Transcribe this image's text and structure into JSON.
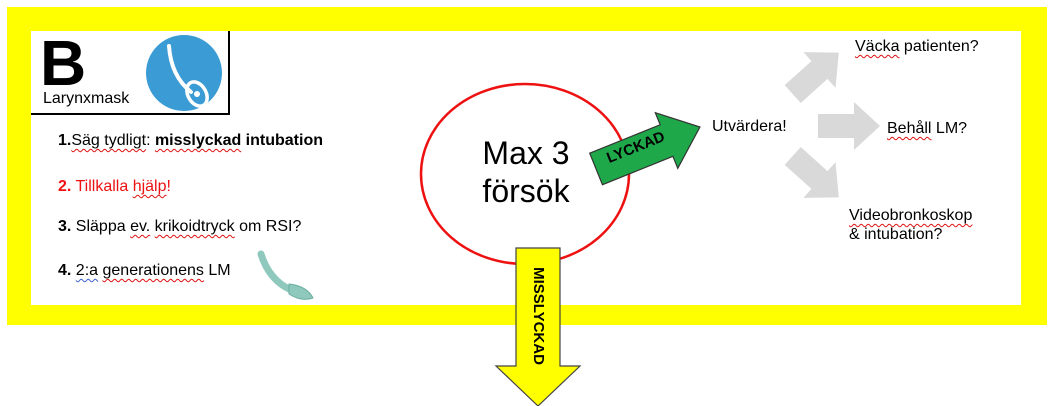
{
  "card": {
    "letter": "B",
    "label": "Larynxmask",
    "icon": "laryngeal-mask-icon"
  },
  "steps": [
    {
      "num": "1.",
      "text_a": "Säg tydligt",
      "text_b": ": ",
      "text_c": "misslyckad",
      "text_d": " intubation"
    },
    {
      "num": "2.",
      "text_a": " Tillkalla ",
      "text_b": "hjälp",
      "text_c": "!"
    },
    {
      "num": "3.",
      "text_a": " Släppa ",
      "text_b": "ev.",
      "text_c": " ",
      "text_d": "krikoidtryck",
      "text_e": " om RSI?"
    },
    {
      "num": "4.",
      "text_a": " ",
      "text_b": "2:a",
      "text_c": " ",
      "text_d": "generationens",
      "text_e": " LM"
    }
  ],
  "center": {
    "line1": "Max 3",
    "line2": "försök"
  },
  "arrows": {
    "success": "LYCKAD",
    "failure": "MISSLYCKAD"
  },
  "evaluate": "Utvärdera!",
  "options": {
    "wake_a": "Väcka",
    "wake_b": " patienten?",
    "keep_a": "Behåll",
    "keep_b": " LM?",
    "video_a": "Videobronkoskop",
    "video_b": "& intubation?"
  },
  "colors": {
    "frame": "#ffff00",
    "success_arrow": "#1fa84a",
    "failure_arrow": "#ffff00",
    "circle": "#ee1111",
    "gray_arrow": "#d9d9d9",
    "icon_bg": "#3a9bd5",
    "step2": "#ee1111"
  }
}
